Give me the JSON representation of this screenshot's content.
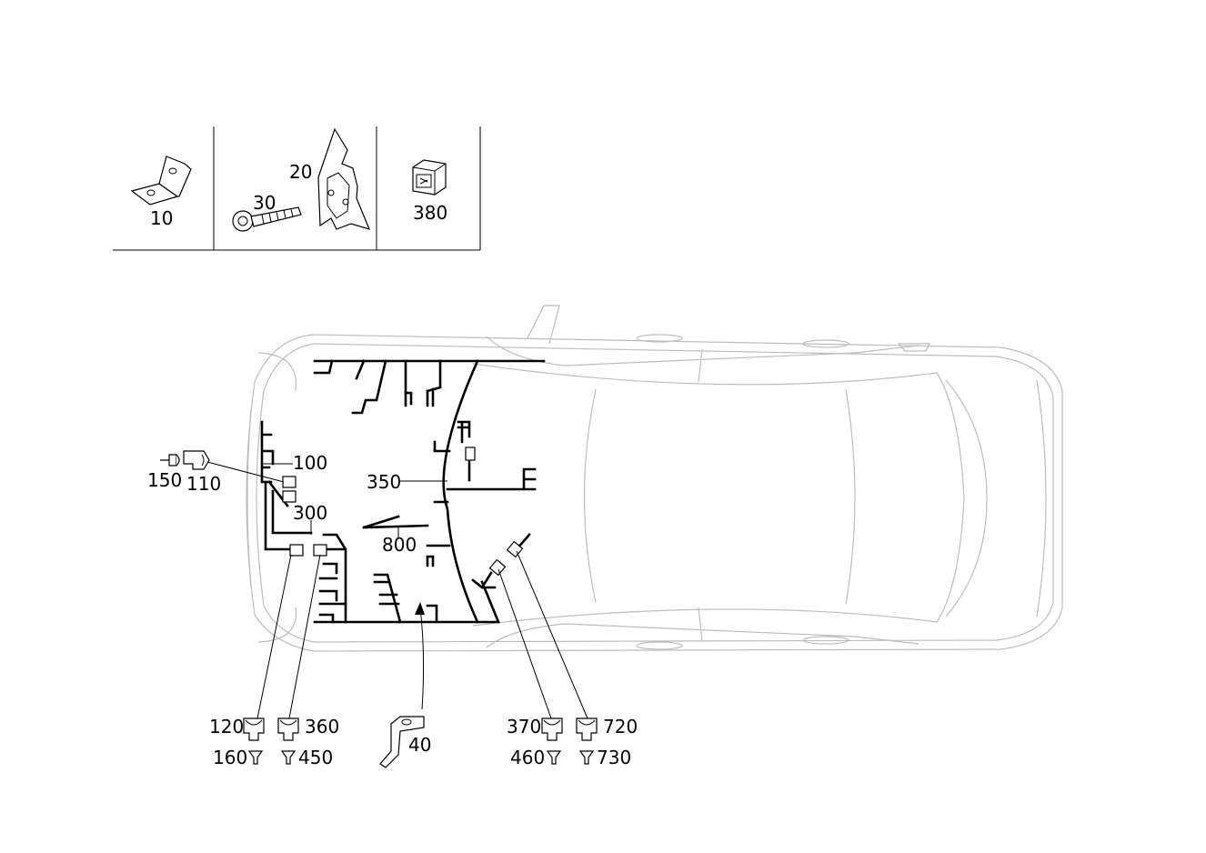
{
  "inset_labels": {
    "clip_10": "10",
    "bracket_20": "20",
    "bolt_30": "30",
    "relay_380": "380"
  },
  "main_labels": {
    "harness_100": "100",
    "connector_110": "110",
    "plug_150": "150",
    "harness_300": "300",
    "harness_350": "350",
    "harness_800": "800",
    "connector_120": "120",
    "connector_360": "360",
    "seal_160": "160",
    "seal_450": "450",
    "bracket_40": "40",
    "connector_370": "370",
    "connector_720": "720",
    "seal_460": "460",
    "seal_730": "730"
  }
}
